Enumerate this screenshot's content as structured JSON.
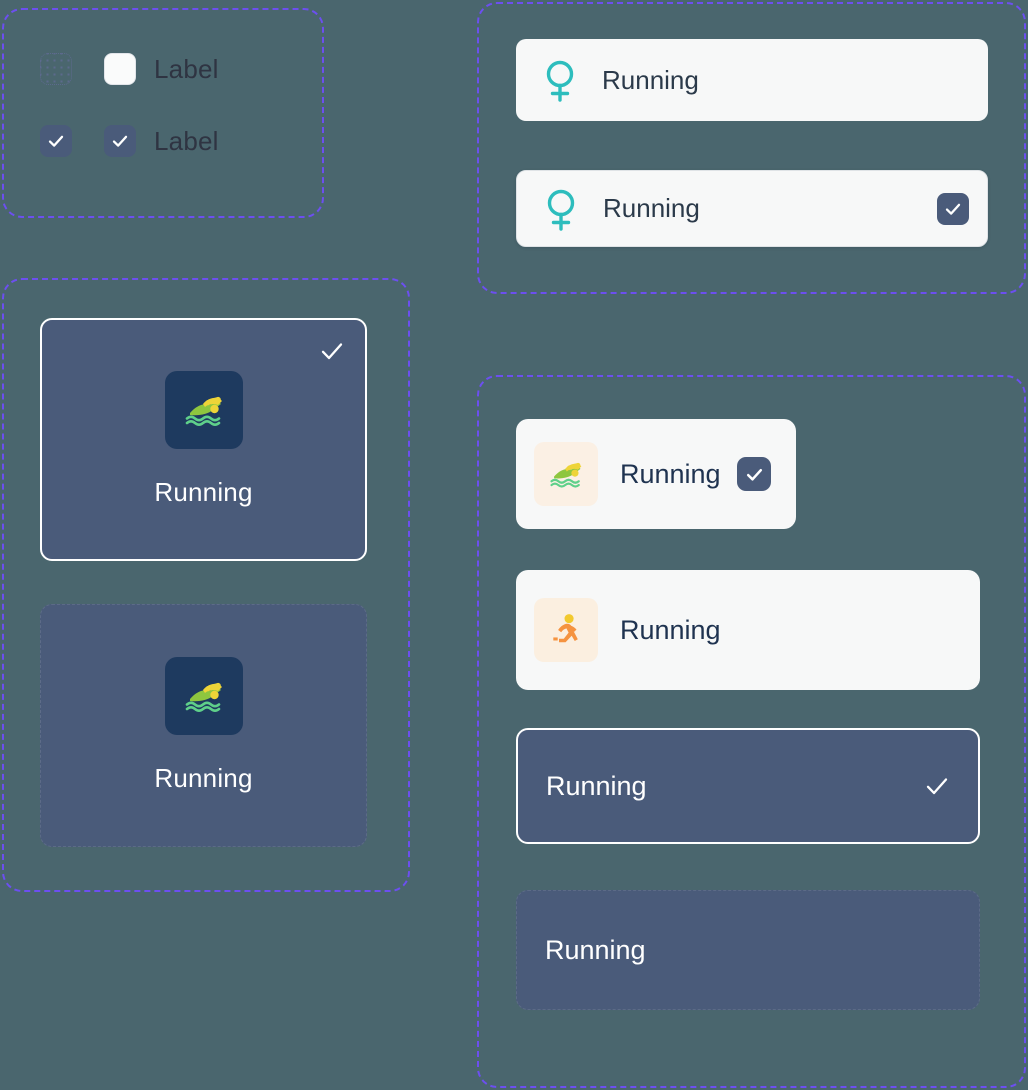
{
  "page": {
    "background_color": "#4a666e",
    "annotation_border_color": "#6c4ff0"
  },
  "colors": {
    "frame_dashed": "#6c4ff0",
    "surface_dark": "#4a5b7a",
    "surface_light": "#f7f8f8",
    "tile_dark": "#1e3a5f",
    "thumb_cream": "#fbefe0",
    "accent_teal": "#2dbdbd",
    "accent_orange": "#f59340",
    "accent_yellow": "#ecd43a",
    "accent_green": "#7ec94e",
    "text_dark": "#2f3442",
    "text_light": "#ffffff",
    "checkbox_fill": "#4a5b7a"
  },
  "checkbox_group": {
    "frame_name": "checkbox-basic-states",
    "rows": [
      {
        "state": "unchecked",
        "placeholder_icon": "checkbox-placeholder-icon",
        "box_icon": "checkbox-empty-icon",
        "label": "Label",
        "checked": false
      },
      {
        "state": "checked",
        "placeholder_icon": "checkbox-checked-icon",
        "box_icon": "checkbox-checked-icon",
        "label": "Label",
        "checked": true
      }
    ]
  },
  "card_grid": {
    "frame_name": "activity-card-grid",
    "cards": [
      {
        "label": "Running",
        "icon": "swimmer-icon",
        "selected": true,
        "check_icon": "check-icon"
      },
      {
        "label": "Running",
        "icon": "swimmer-icon",
        "selected": false,
        "check_icon": null
      }
    ]
  },
  "venus_list": {
    "frame_name": "venus-list-panel",
    "rows": [
      {
        "label": "Running",
        "icon": "venus-icon",
        "checked": false,
        "checkbox_icon": null
      },
      {
        "label": "Running",
        "icon": "venus-icon",
        "checked": true,
        "checkbox_icon": "checkbox-checked-icon"
      }
    ]
  },
  "activity_list": {
    "frame_name": "activity-list-panel",
    "light_rows": [
      {
        "label": "Running",
        "icon": "swimmer-icon",
        "checked": true,
        "checkbox_icon": "checkbox-checked-icon"
      },
      {
        "label": "Running",
        "icon": "runner-icon",
        "checked": false,
        "checkbox_icon": null
      }
    ],
    "dark_rows": [
      {
        "label": "Running",
        "selected": true,
        "check_icon": "check-icon"
      },
      {
        "label": "Running",
        "selected": false,
        "check_icon": null
      }
    ]
  }
}
